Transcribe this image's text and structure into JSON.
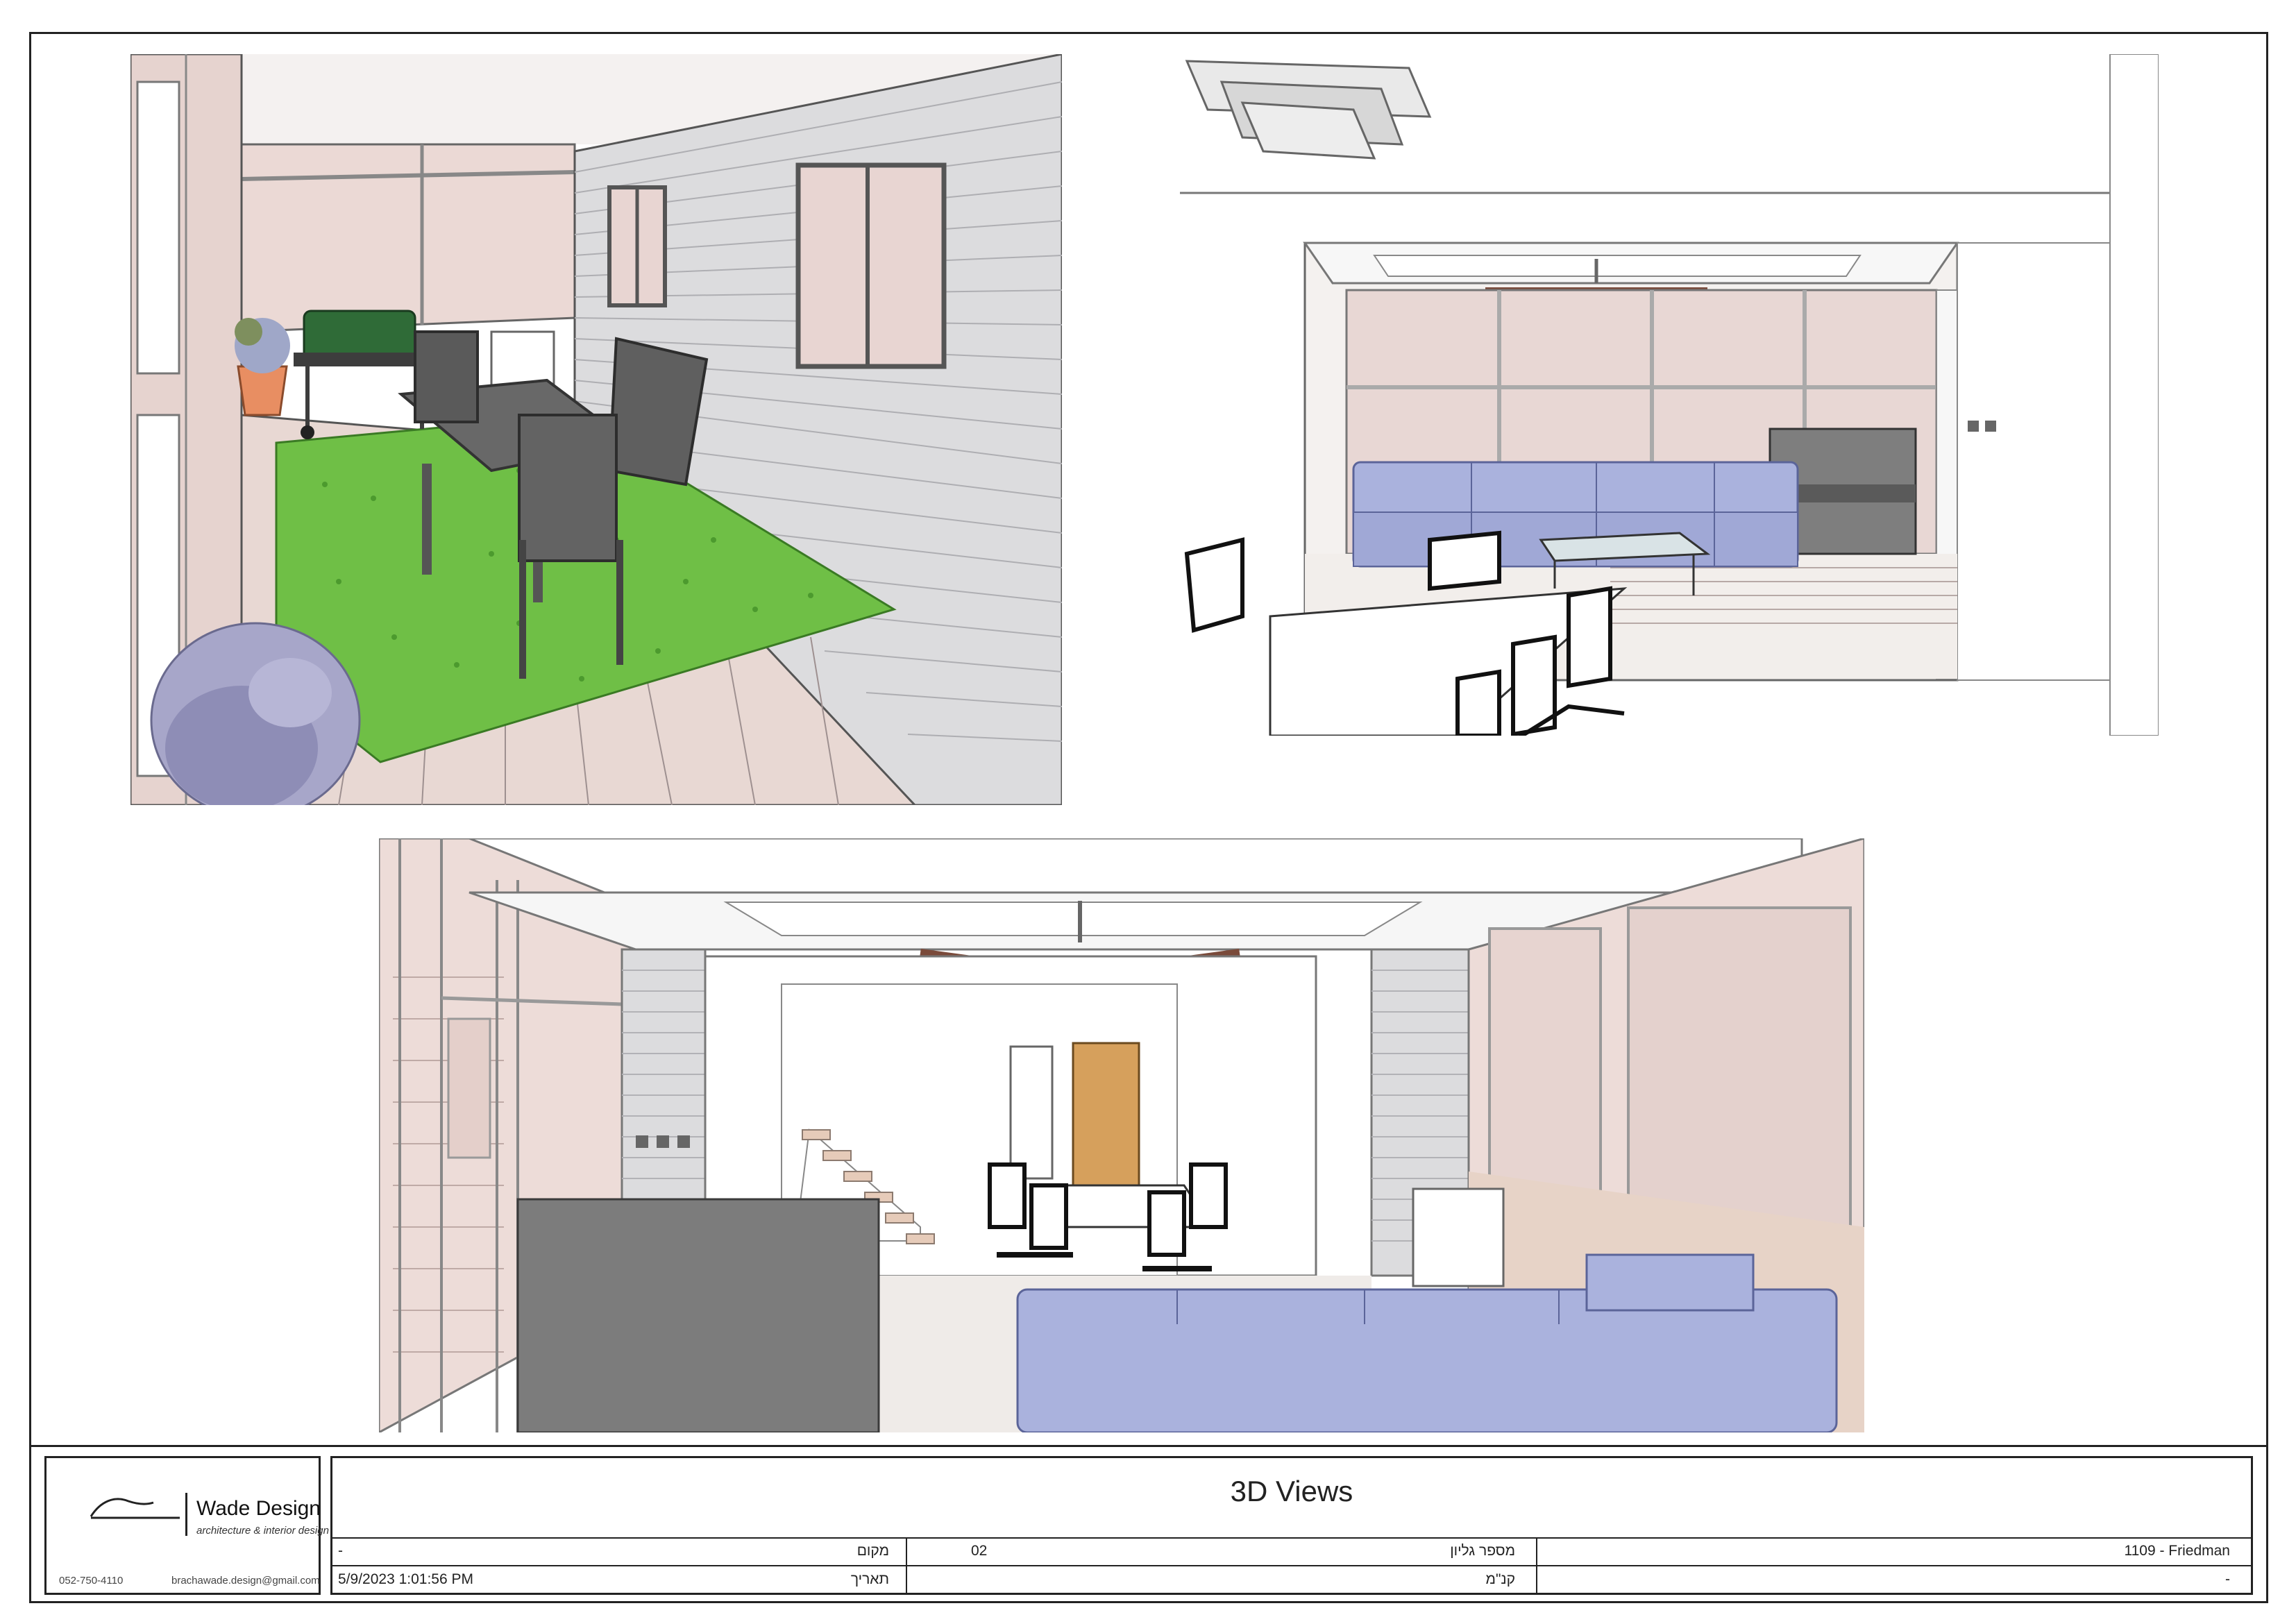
{
  "sheet": {
    "title": "3D Views",
    "project": "1109 - Friedman",
    "project_extra": "-",
    "sheet_number_label": "מספר גליון",
    "sheet_number": "02",
    "scale_label": "קנ\"מ",
    "scale_value": "",
    "location_label": "מקום",
    "location_value": "-",
    "date_label": "תאריך",
    "date_value": "5/9/2023 1:01:56 PM"
  },
  "firm": {
    "name": "Wade Design",
    "tagline": "architecture & interior design",
    "phone": "052-750-4110",
    "email": "brachawade.design@gmail.com"
  },
  "views": [
    {
      "icon": "balcony-render"
    },
    {
      "icon": "living-room-render"
    },
    {
      "icon": "dining-living-render"
    }
  ],
  "colors": {
    "border": "#222222",
    "pink_wall": "#eadbd7",
    "grass": "#6fbf46",
    "sofa": "#aab2dd",
    "door": "#d6a05c",
    "siding": "#d9d9db"
  }
}
